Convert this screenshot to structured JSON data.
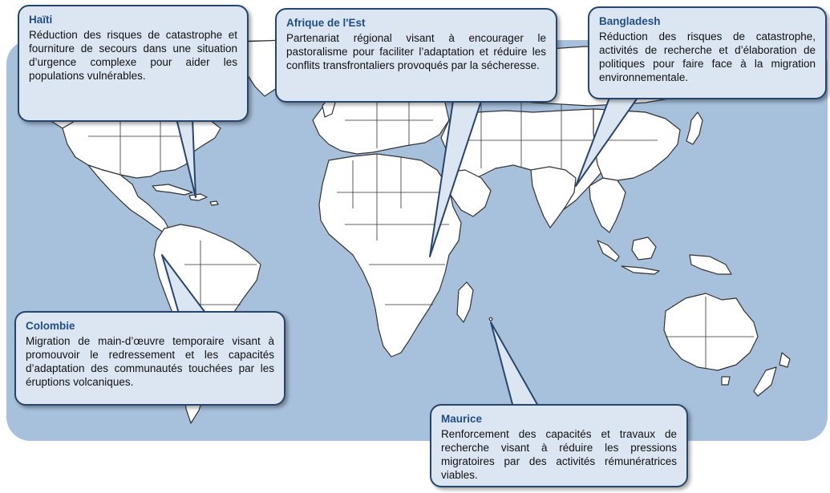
{
  "map": {
    "ocean_color": "#a7c0db",
    "land_color": "#ffffff",
    "border_color": "#333333",
    "callout_fill": "#dbe6f2",
    "callout_border": "#27466e",
    "heading_color": "#1f4e86"
  },
  "callouts": [
    {
      "id": "haiti",
      "title": "Haïti",
      "text": "Réduction des risques de catastrophe et fourniture de secours dans une situation d’urgence complexe pour aider les populations vulnérables."
    },
    {
      "id": "east-africa",
      "title": "Afrique de l'Est",
      "text": "Partenariat régional visant à encourager le pastoralisme pour faciliter l’adaptation et réduire les conflits transfrontaliers provoqués par la sécheresse."
    },
    {
      "id": "bangladesh",
      "title": "Bangladesh",
      "text": "Réduction des risques de catastrophe, activités de recherche et d’élaboration de politiques pour faire face à la migration environnementale."
    },
    {
      "id": "colombia",
      "title": "Colombie",
      "text": "Migration de main-d’œuvre temporaire visant à promouvoir le redressement et les capacités d’adaptation des communautés touchées par les éruptions volcaniques."
    },
    {
      "id": "mauritius",
      "title": "Maurice",
      "text": "Renforcement des capacités et travaux de recherche visant à réduire les pressions migratoires par des activités rémunératrices viables."
    }
  ]
}
